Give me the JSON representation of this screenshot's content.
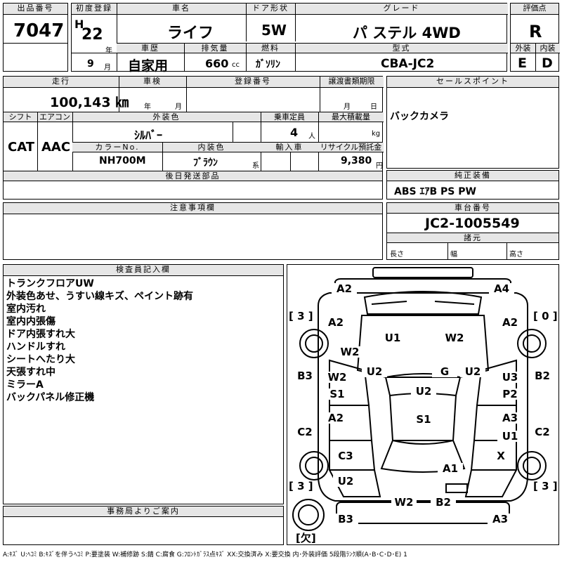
{
  "lot": {
    "label": "出品番号",
    "value": "7047"
  },
  "first_reg": {
    "label": "初度登録",
    "era": "H",
    "year": "22",
    "year_unit": "年",
    "month": "9",
    "month_unit": "月"
  },
  "car_name": {
    "label": "車名",
    "value": "ライフ"
  },
  "door": {
    "label": "ドア形状",
    "value": "5W"
  },
  "grade": {
    "label": "グレード",
    "value": "パ ステル 4WD"
  },
  "score": {
    "label": "評価点",
    "value": "R",
    "ext_label": "外装",
    "int_label": "内装",
    "ext": "E",
    "int": "D"
  },
  "history": {
    "label": "車歴",
    "value": "自家用"
  },
  "displacement": {
    "label": "排気量",
    "value": "660",
    "unit": "cc"
  },
  "fuel": {
    "label": "燃料",
    "value": "ｶﾞｿﾘﾝ"
  },
  "model": {
    "label": "型式",
    "value": "CBA-JC2"
  },
  "mileage": {
    "label": "走行",
    "value": "100,143 ㎞"
  },
  "inspection": {
    "label": "車検",
    "year_unit": "年",
    "month_unit": "月"
  },
  "reg_no": {
    "label": "登録番号"
  },
  "transfer": {
    "label": "譲渡書類期限",
    "month_unit": "月",
    "day_unit": "日"
  },
  "sales_point": {
    "label": "セールスポイント",
    "value": "バックカメラ"
  },
  "shift": {
    "label": "シフト",
    "value": "CAT"
  },
  "ac": {
    "label": "エアコン",
    "value": "AAC"
  },
  "ext_color": {
    "label": "外装色",
    "value": "ｼﾙﾊﾞｰ"
  },
  "capacity": {
    "label": "乗車定員",
    "value": "4",
    "unit": "人"
  },
  "max_load": {
    "label": "最大積載量",
    "unit": "kg"
  },
  "color_no": {
    "label": "カラーNo.",
    "value": "NH700M"
  },
  "int_color": {
    "label": "内装色",
    "value": "ﾌﾞﾗｳﾝ",
    "unit": "系"
  },
  "import": {
    "label": "輸入車"
  },
  "recycle": {
    "label": "リサイクル預託金",
    "value": "9,380",
    "unit": "円"
  },
  "later_parts": {
    "label": "後日発送部品"
  },
  "genuine": {
    "label": "純正装備",
    "value": "ABS ｴｱB PS PW"
  },
  "caution": {
    "label": "注意事項欄"
  },
  "chassis": {
    "label": "車台番号",
    "value": "JC2-1005549"
  },
  "specs": {
    "label": "諸元",
    "length": "長さ",
    "width": "幅",
    "height": "高さ"
  },
  "inspector": {
    "label": "検査員記入欄",
    "notes": [
      "トランクフロアUW",
      "外装色あせ、うすい線キズ、ペイント跡有",
      "室内汚れ",
      "室内内張傷",
      "ドア内張すれ大",
      "ハンドルすれ",
      "シートへたり大",
      "天張すれ中",
      "ミラーA",
      "バックパネル修正機"
    ]
  },
  "office": {
    "label": "事務局よりご案内"
  },
  "diagram": {
    "marks": {
      "fl_top": "A2",
      "fr_top": "A4",
      "l_fender": "A2",
      "r_fender": "A2",
      "l_fender2": "W2",
      "hood_l": "U1",
      "hood_r": "W2",
      "l_u2": "U2",
      "r_u2": "U2",
      "g": "G",
      "l_b": "B3",
      "r_b": "B2",
      "l_door1a": "W2",
      "l_door1b": "S1",
      "r_door1a": "U3",
      "r_door1b": "P2",
      "roof_a": "U2",
      "roof_b": "S1",
      "l_door2": "A2",
      "r_door2a": "A3",
      "r_door2b": "U1",
      "l_c": "C2",
      "r_c": "C2",
      "l_rear": "C3",
      "r_rear": "X",
      "l_rear2": "U2",
      "tail": "A1",
      "bumper_a": "W2",
      "bumper_b": "B2",
      "bl": "B3",
      "brr": "A3"
    },
    "tyres": {
      "fl": "3",
      "fr": "0",
      "rl": "3",
      "rr": "3",
      "spare": "欠"
    }
  },
  "legend": "A:ｷｽﾞ U:ﾍｺﾐ B:ｷｽﾞを伴うﾍｺﾐ P:要塗装 W:補修跡 S:錆 C:腐食 G:ﾌﾛﾝﾄｶﾞﾗｽ点ｷｽﾞ XX:交換済み X:要交換 内･外装評価 5段階ﾗﾝｸ順(A･B･C･D･E) 1"
}
